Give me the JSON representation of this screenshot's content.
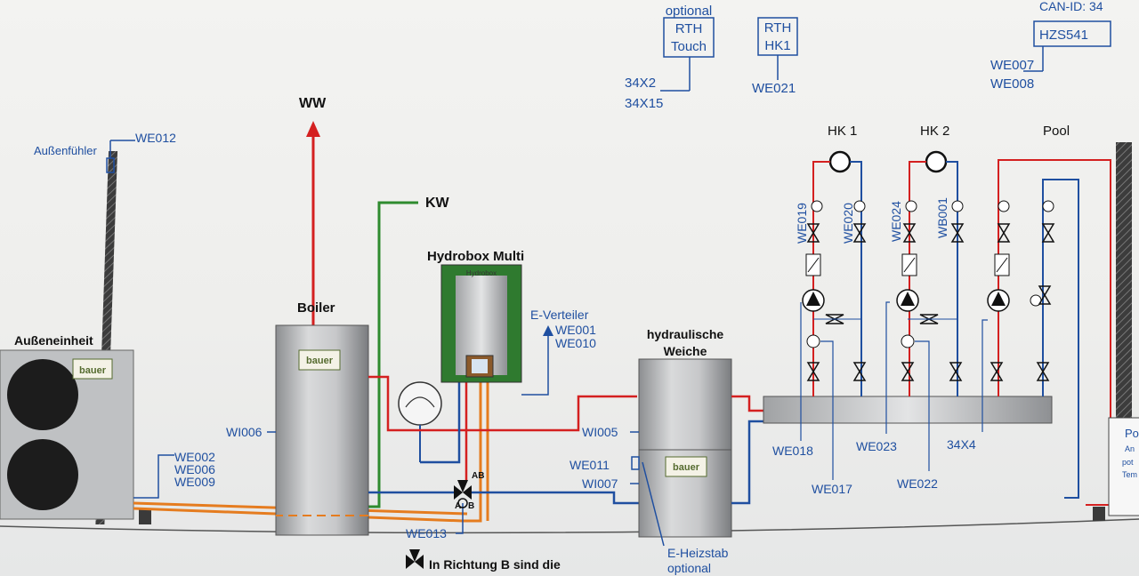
{
  "top": {
    "optional": "optional",
    "rth_touch": [
      "RTH",
      "Touch"
    ],
    "rth_hk1": [
      "RTH",
      "HK1"
    ],
    "can_id": "CAN-ID: 34",
    "hzs": "HZS541",
    "x2": "34X2",
    "x15": "34X15",
    "we021": "WE021",
    "we007": "WE007",
    "we008": "WE008"
  },
  "left": {
    "aussenfuehler": "Außenfühler",
    "we012": "WE012",
    "aussen": "Außeneinheit",
    "brand": "bauer",
    "we002": "WE002",
    "we006": "WE006",
    "we009": "WE009"
  },
  "center": {
    "ww": "WW",
    "kw": "KW",
    "boiler": "Boiler",
    "wi006": "WI006",
    "we013": "WE013",
    "ab": "AB",
    "a": "A",
    "b": "B",
    "hydrobox": "Hydrobox Multi",
    "hydrobox_inner": "Hydrobox",
    "everteiler": "E-Verteiler",
    "we001": "WE001",
    "we010": "WE010",
    "weiche1": "hydraulische",
    "weiche2": "Weiche",
    "wi005": "WI005",
    "we011": "WE011",
    "wi007": "WI007",
    "heizstab": "E-Heizstab",
    "heizstab_opt": "optional",
    "note": "In Richtung B sind die"
  },
  "right": {
    "hk1": "HK 1",
    "hk2": "HK 2",
    "pool": "Pool",
    "we019": "WE019",
    "we020": "WE020",
    "we024": "WE024",
    "wb001": "WB001",
    "we018": "WE018",
    "we017": "WE017",
    "we023": "WE023",
    "we022": "WE022",
    "x4": "34X4",
    "edge_p": "Po",
    "edge_an": "An",
    "edge_pot": "pot",
    "edge_tem": "Tem"
  }
}
